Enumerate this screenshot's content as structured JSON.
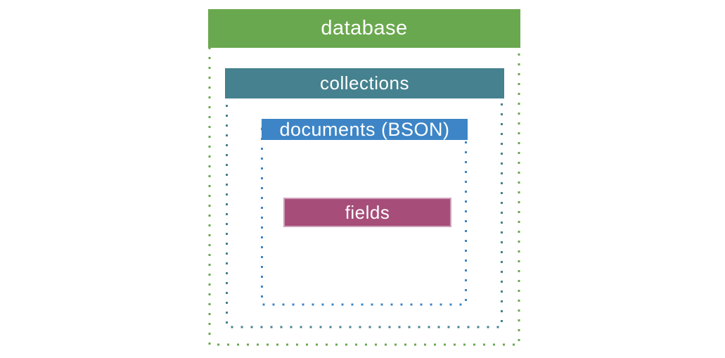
{
  "diagram": {
    "background": "#ffffff",
    "text_color": "#ffffff",
    "levels": [
      {
        "id": "database",
        "label": "database",
        "color": "#6aa84f"
      },
      {
        "id": "collections",
        "label": "collections",
        "color": "#45818e"
      },
      {
        "id": "documents",
        "label": "documents (BSON)",
        "color": "#3d85c6"
      },
      {
        "id": "fields",
        "label": "fields",
        "color": "#a64d79",
        "border_color": "#cda2ba"
      }
    ]
  }
}
